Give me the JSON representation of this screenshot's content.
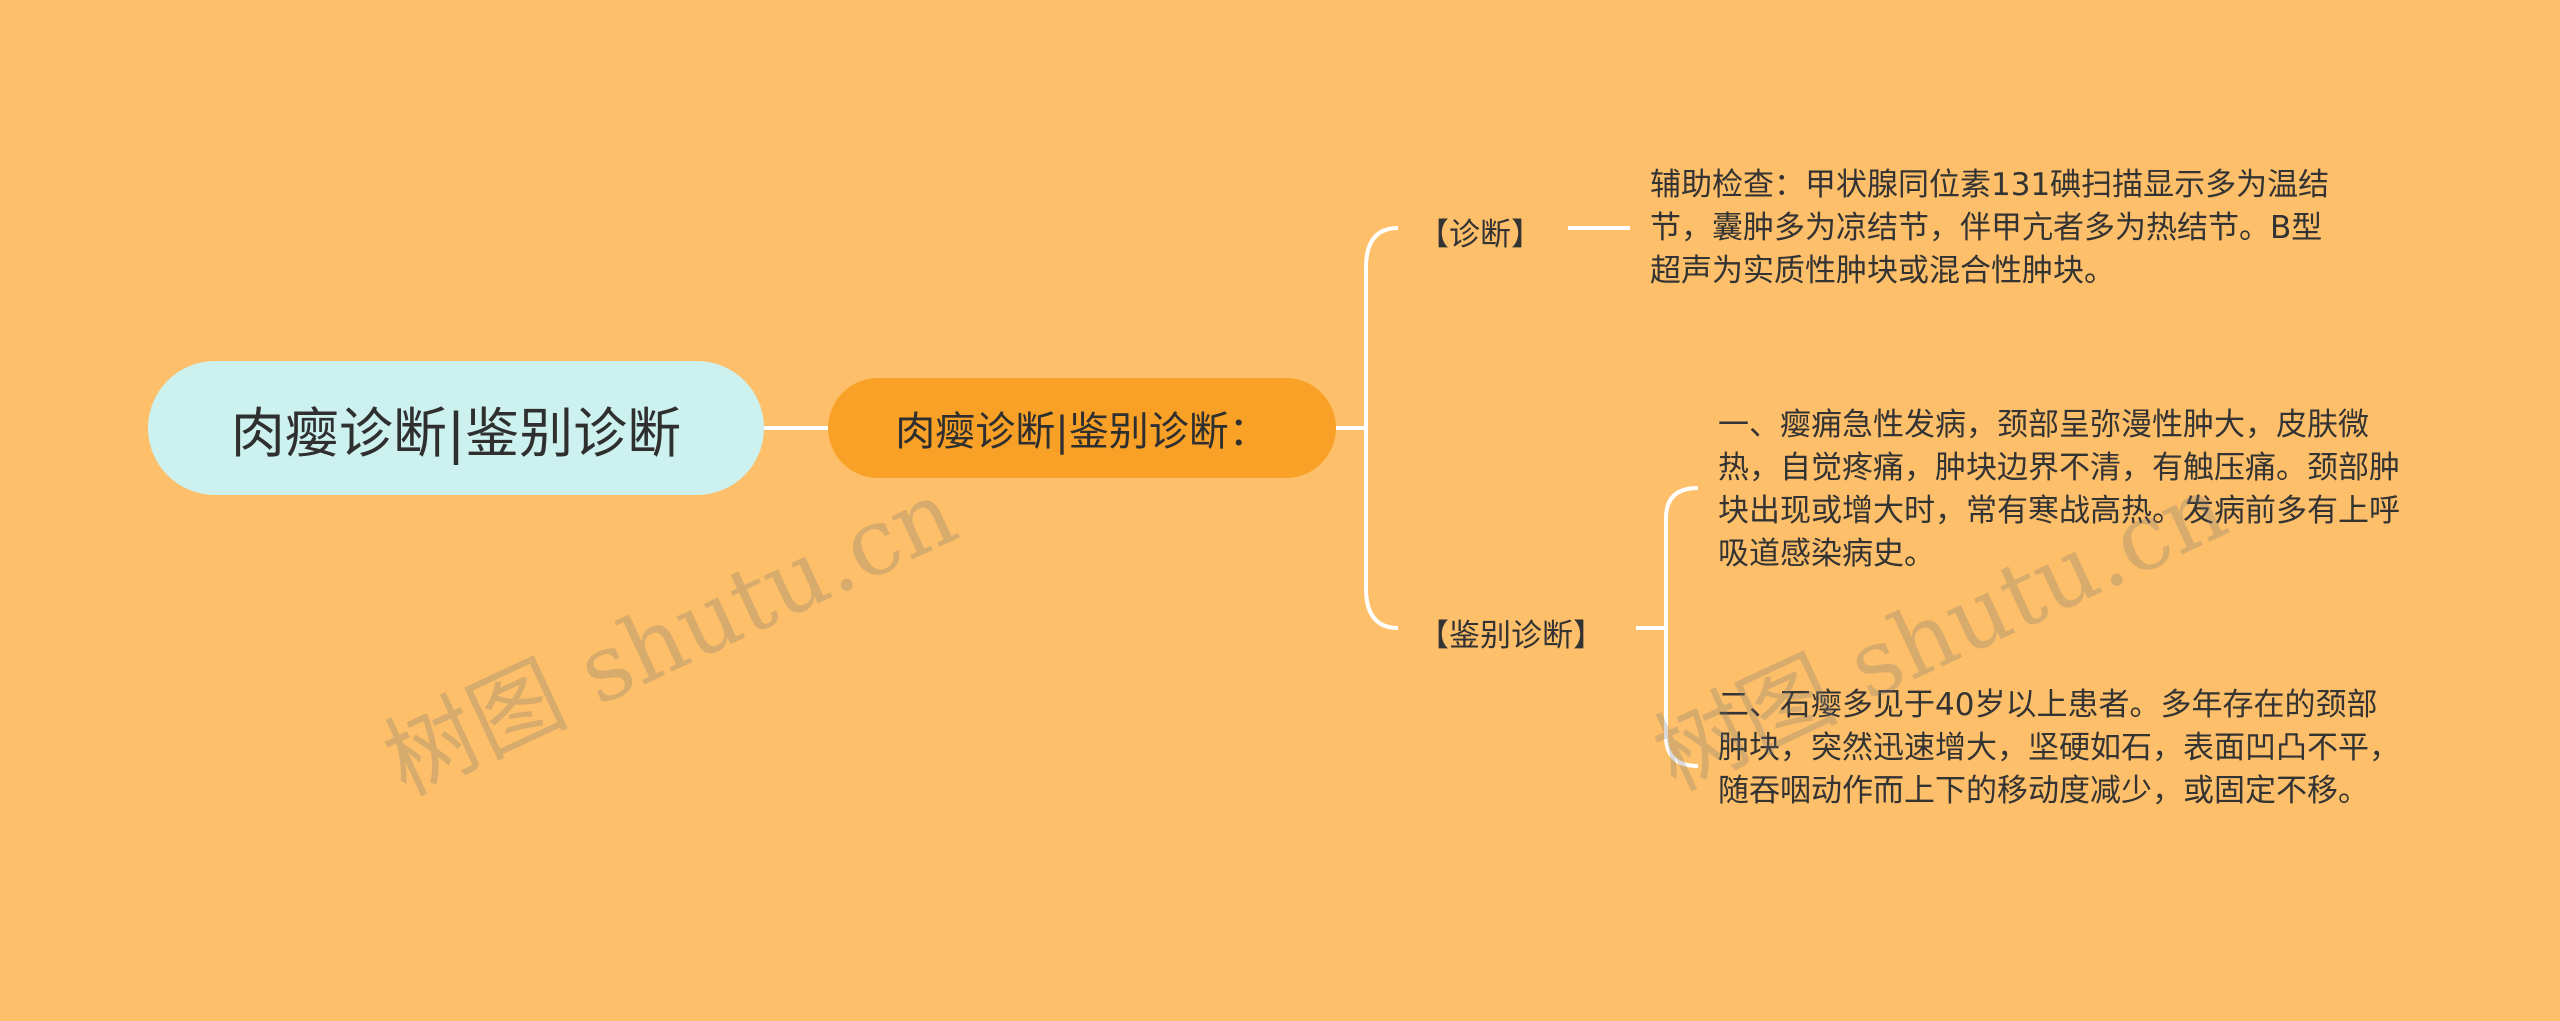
{
  "root": {
    "label": "肉瘿诊断|鉴别诊断"
  },
  "subtopic": {
    "label": "肉瘿诊断|鉴别诊断："
  },
  "branches": [
    {
      "label": "【诊断】",
      "leaves": [
        "辅助检查：甲状腺同位素131碘扫描显示多为温结节，囊肿多为凉结节，伴甲亢者多为热结节。B型超声为实质性肿块或混合性肿块。"
      ]
    },
    {
      "label": "【鉴别诊断】",
      "leaves": [
        "一、瘿痈急性发病，颈部呈弥漫性肿大，皮肤微热，自觉疼痛，肿块边界不清，有触压痛。颈部肿块出现或增大时，常有寒战高热。发病前多有上呼吸道感染病史。",
        "二、石瘿多见于40岁以上患者。多年存在的颈部肿块，突然迅速增大，坚硬如石，表面凹凸不平，随吞咽动作而上下的移动度减少，或固定不移。"
      ]
    }
  ],
  "watermark": {
    "text": "树图 shutu.cn"
  },
  "colors": {
    "background": "#FDBF69",
    "root_fill": "#CCF1EF",
    "subtopic_fill": "#F9A126",
    "connector": "#FFFFFF"
  }
}
